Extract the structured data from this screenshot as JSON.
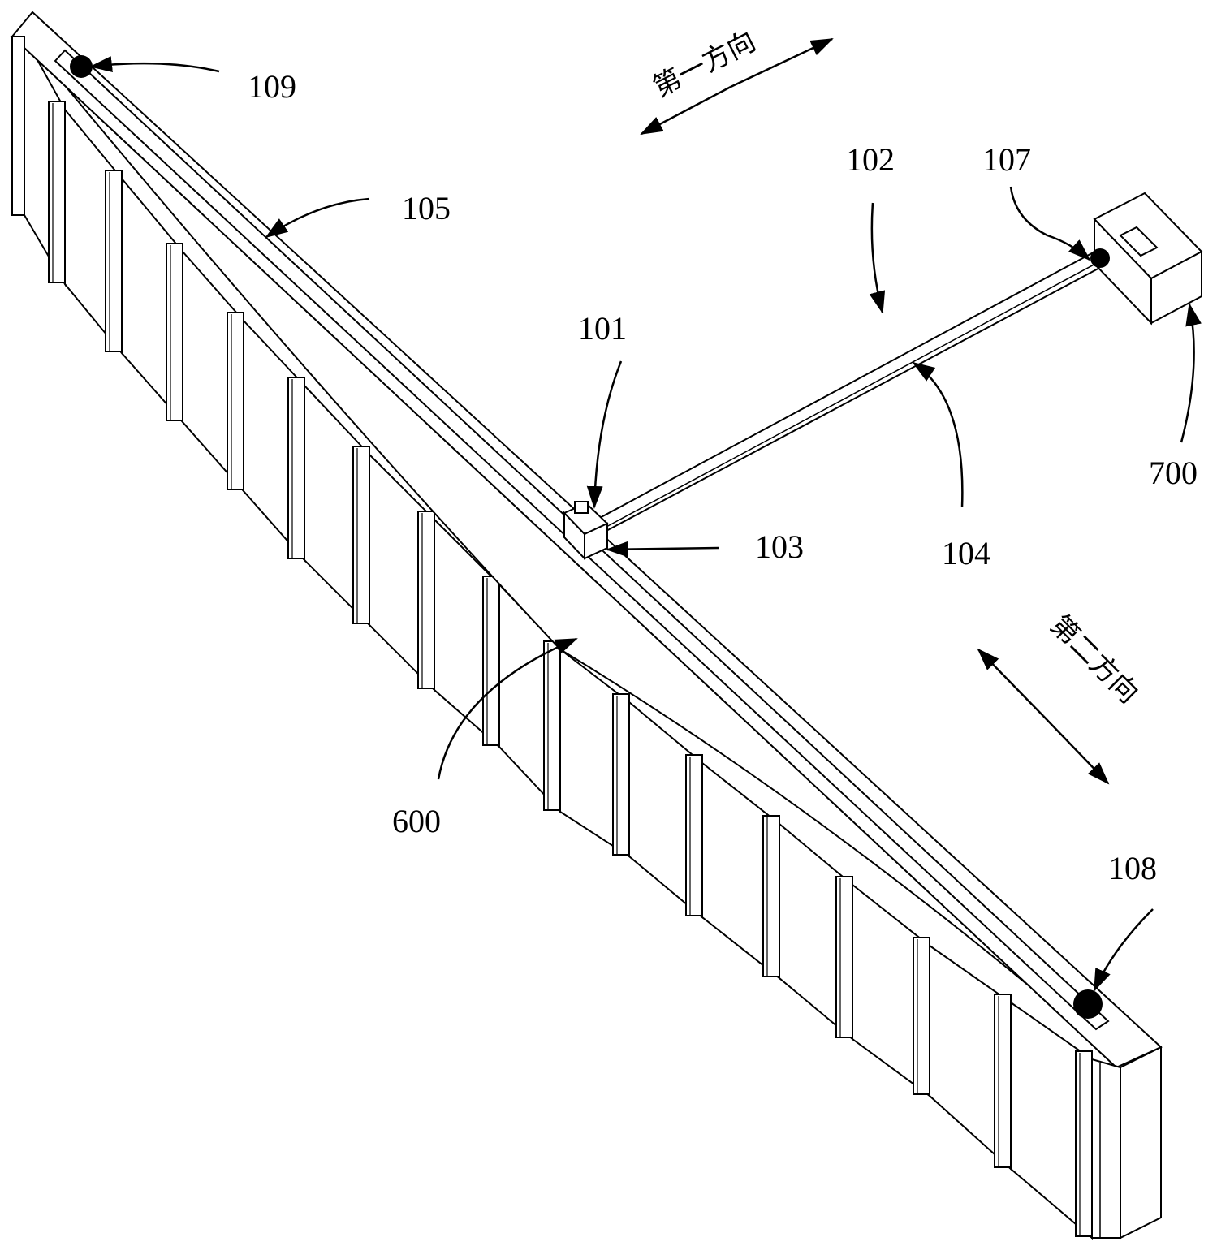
{
  "labels": {
    "l109": "109",
    "l105": "105",
    "l101": "101",
    "l103": "103",
    "l102": "102",
    "l107": "107",
    "l104": "104",
    "l700": "700",
    "l600": "600",
    "l108": "108"
  },
  "directions": {
    "first": "第一方向",
    "second": "第二方向"
  }
}
